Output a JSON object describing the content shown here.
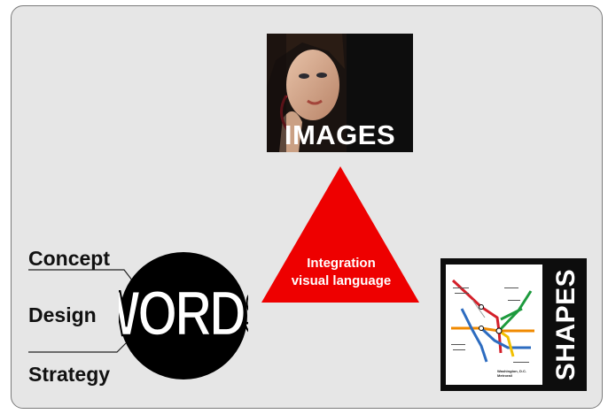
{
  "tiles": {
    "images": {
      "caption": "IMAGES"
    },
    "shapes": {
      "caption": "SHAPES",
      "map_caption": "Washington, D.C. Metrorail"
    }
  },
  "center": {
    "line1": "Integration",
    "line2": "visual language",
    "color": "#ee0000"
  },
  "words": {
    "circle_text": "WORDS",
    "labels": [
      "Concept",
      "Design",
      "Strategy"
    ]
  },
  "colors": {
    "panel_bg": "#e6e6e6",
    "tile_bg": "#0d0d0d",
    "triangle": "#ee0000"
  }
}
